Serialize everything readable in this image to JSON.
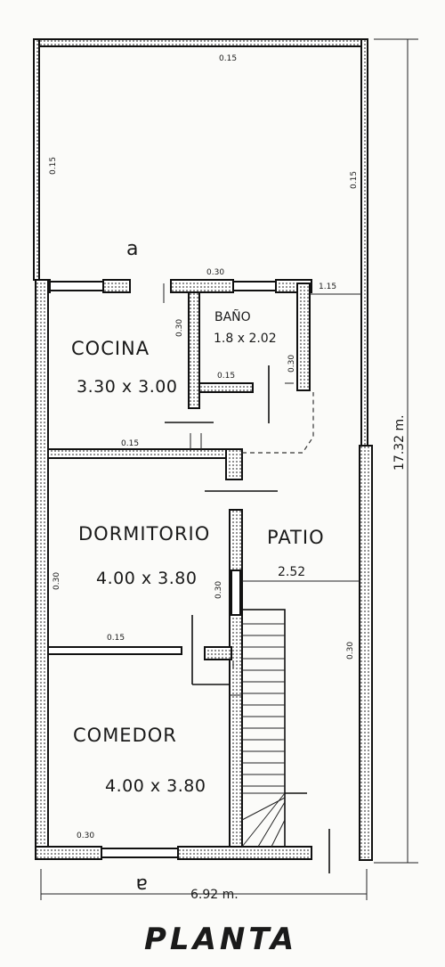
{
  "title": "PLANTA",
  "total_length": "17.32 m.",
  "total_width": "6.92 m.",
  "rooms": {
    "cocina": {
      "name": "COCINA",
      "dims": "3.30 x 3.00"
    },
    "bano": {
      "name": "BAÑO",
      "dims": "1.8 x 2.02"
    },
    "dormitorio": {
      "name": "DORMITORIO",
      "dims": "4.00 x 3.80"
    },
    "patio": {
      "name": "PATIO",
      "dims": "2.52"
    },
    "comedor": {
      "name": "COMEDOR",
      "dims": "4.00 x 3.80"
    }
  },
  "wall_labels": {
    "top": "0.15",
    "left_upper": "0.15",
    "right_upper": "0.15",
    "bano_top": "0.30",
    "bano_right": "1.15",
    "bano_left": "0.30",
    "bano_inner": "0.15",
    "bano_inner_right": "0.30",
    "cocina_bottom": "0.15",
    "left_mid": "0.30",
    "dorm_right": "0.30",
    "dorm_bottom": "0.15",
    "right_mid": "0.30",
    "bottom_left": "0.30"
  },
  "marks": {
    "top_a": "a",
    "bottom_a": "a"
  }
}
